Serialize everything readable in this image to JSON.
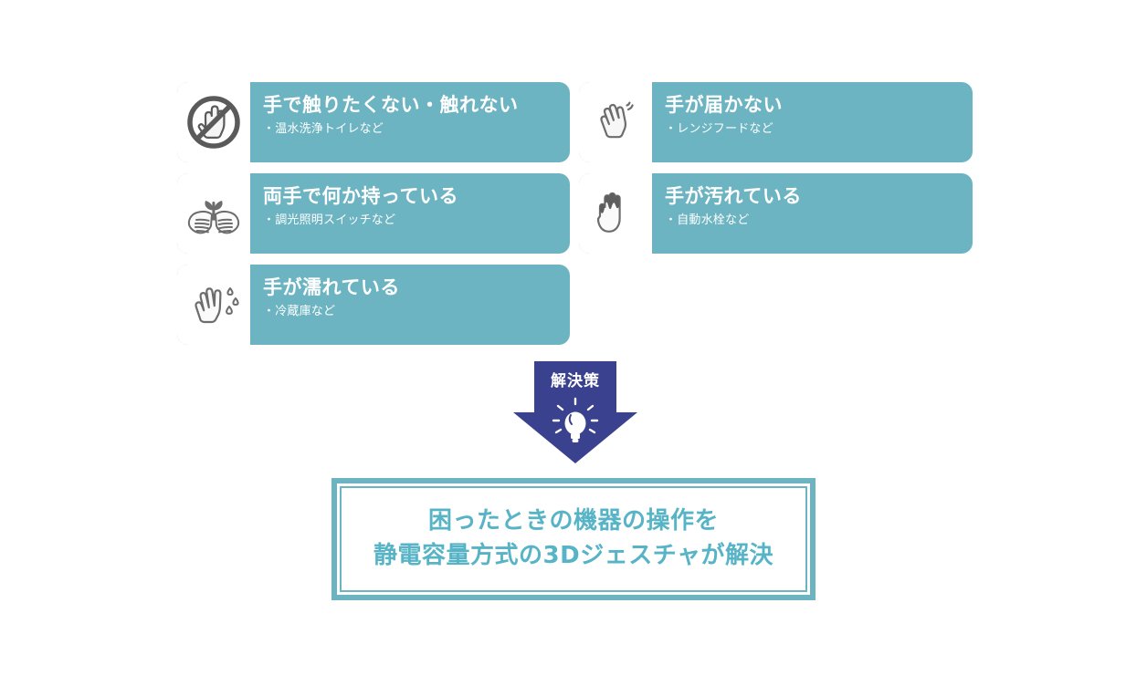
{
  "theme": {
    "card_bg": "#6cb4c1",
    "card_text": "#ffffff",
    "icon_bg": "#ffffff",
    "icon_stroke": "#5a5a5a",
    "arrow_fill": "#3a418f",
    "arrow_text": "#ffffff",
    "solution_border": "#6cb4c1",
    "solution_text": "#57b4c6",
    "page_bg": "#ffffff"
  },
  "problems": [
    {
      "icon": "no-touch-hand-icon",
      "title": "手で触りたくない・触れない",
      "example": "・温水洗浄トイレなど"
    },
    {
      "icon": "hand-out-of-reach-icon",
      "title": "手が届かない",
      "example": "・レンジフードなど"
    },
    {
      "icon": "hands-holding-seedling-icon",
      "title": "両手で何か持っている",
      "example": "・調光照明スイッチなど"
    },
    {
      "icon": "dirty-hand-icon",
      "title": "手が汚れている",
      "example": "・自動水栓など"
    },
    {
      "icon": "wet-hand-icon",
      "title": "手が濡れている",
      "example": "・冷蔵庫など"
    }
  ],
  "arrow": {
    "label": "解決策",
    "icon": "lightbulb-icon",
    "direction": "down"
  },
  "solution": {
    "line1": "困ったときの機器の操作を",
    "line2": "静電容量方式の3Dジェスチャが解決"
  }
}
